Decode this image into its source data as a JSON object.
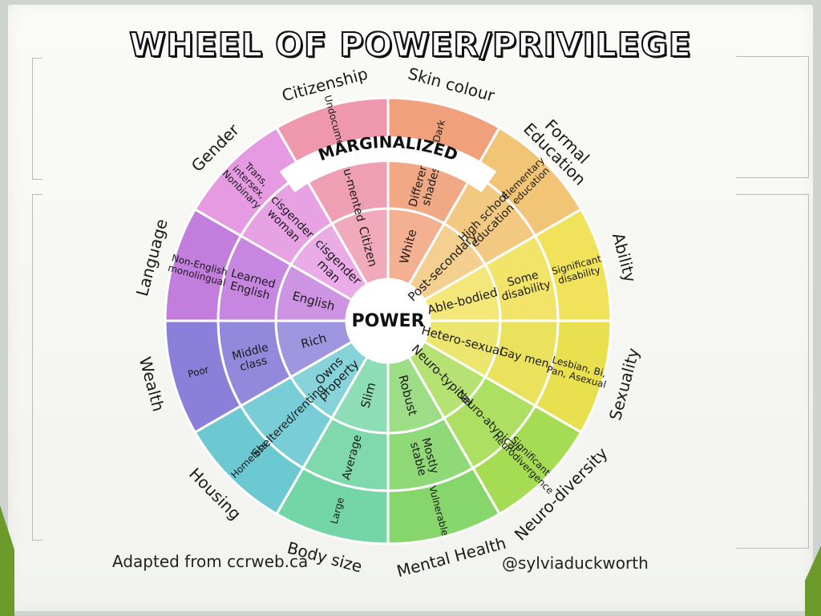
{
  "title": "WHEEL OF POWER/PRIVILEGE",
  "center_label": "POWER",
  "ring_labels": {
    "outer": "MARGINALIZED"
  },
  "footer": {
    "credit": "Adapted from ccrweb.ca",
    "handle": "@sylviaduckworth"
  },
  "sectors": [
    {
      "category": "Skin colour",
      "color": "#f0a07a",
      "inner": "White",
      "middle": "Different shades",
      "outer": "Dark"
    },
    {
      "category": "Formal Education",
      "color": "#f2c476",
      "inner": "Post-secondary",
      "middle": "High school education",
      "outer": "Elementary education"
    },
    {
      "category": "Ability",
      "color": "#f1e25c",
      "inner": "Able-bodied",
      "middle": "Some disability",
      "outer": "Significant disability"
    },
    {
      "category": "Sexuality",
      "color": "#e8e04e",
      "inner": "Hetero-sexual",
      "middle": "Gay men",
      "outer": "Lesbian, Bi, Pan, Asexual"
    },
    {
      "category": "Neuro-diversity",
      "color": "#a6dc54",
      "inner": "Neuro-typical",
      "middle": "Neuro-atypical",
      "outer": "Significant neurodivergence"
    },
    {
      "category": "Mental Health",
      "color": "#86d66c",
      "inner": "Robust",
      "middle": "Mostly stable",
      "outer": "Vulnerable"
    },
    {
      "category": "Body size",
      "color": "#74d6a6",
      "inner": "Slim",
      "middle": "Average",
      "outer": "Large"
    },
    {
      "category": "Housing",
      "color": "#6cc9d2",
      "inner": "Owns property",
      "middle": "Sheltered/renting",
      "outer": "Homeless"
    },
    {
      "category": "Wealth",
      "color": "#8a7fd9",
      "inner": "Rich",
      "middle": "Middle class",
      "outer": "Poor"
    },
    {
      "category": "Language",
      "color": "#c27ddd",
      "inner": "English",
      "middle": "Learned English",
      "outer": "Non-English monolingual"
    },
    {
      "category": "Gender",
      "color": "#e59ae2",
      "inner": "cisgender man",
      "middle": "cisgender woman",
      "outer": "Trans, intersex, Nonbinary"
    },
    {
      "category": "Citizenship",
      "color": "#ee97ad",
      "inner": "Citizen",
      "middle": "Docu-mented",
      "outer": "Undocumented"
    }
  ]
}
